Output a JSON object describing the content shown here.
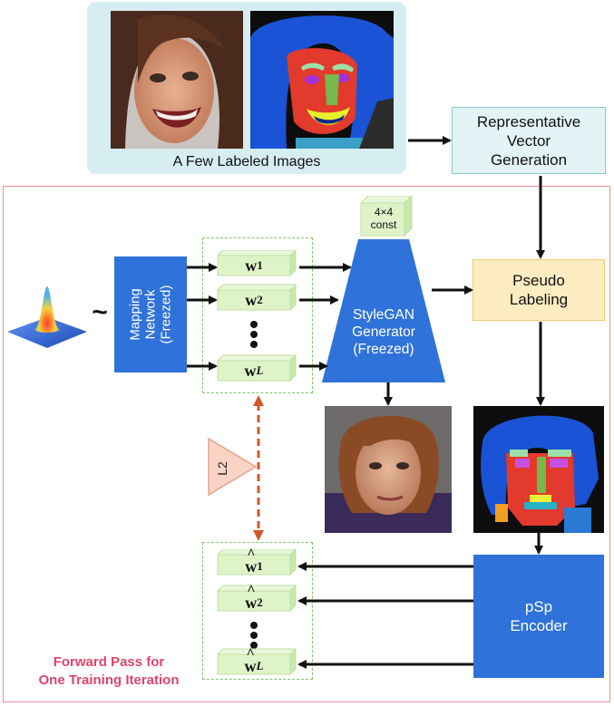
{
  "top_panel": {
    "caption": "A Few Labeled Images"
  },
  "rep_vector": {
    "label": "Representative\nVector\nGeneration"
  },
  "mapping": {
    "label": "Mapping\nNetwork\n(Freezed)"
  },
  "stylegan": {
    "label": "StyleGAN\nGenerator\n(Freezed)"
  },
  "const_block": {
    "label": "4×4\nconst"
  },
  "pseudo": {
    "label": "Pseudo\nLabeling"
  },
  "psp": {
    "label": "pSp\nEncoder"
  },
  "loss": {
    "label": "L2"
  },
  "tilde": "~",
  "w_top": {
    "w1": "w",
    "w1_sub": "1",
    "w2": "w",
    "w2_sub": "2",
    "wL": "w",
    "wL_sub": "L"
  },
  "w_bot": {
    "w1": "w",
    "w1_sub": "1",
    "w2": "w",
    "w2_sub": "2",
    "wL": "w",
    "wL_sub": "L"
  },
  "caption": "Forward Pass for\nOne Training Iteration",
  "colors": {
    "blue": "#2f72d9",
    "green_box": "#dff3c8",
    "pseudo": "#fdebc2",
    "rep": "#e4f4f6",
    "frame": "#e58f96",
    "loss_arrow": "#d2572a"
  }
}
